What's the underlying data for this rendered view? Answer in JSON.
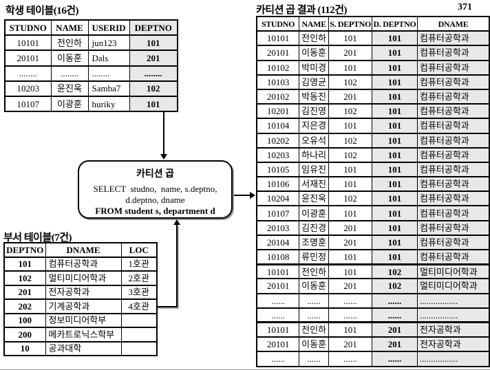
{
  "page_number": "371",
  "student_table": {
    "title": "학생 테이블(16건)",
    "headers": [
      "STUDNO",
      "NAME",
      "USERID",
      "DEPTNO"
    ],
    "rows": [
      [
        "10101",
        "전인하",
        "jun123",
        "101"
      ],
      [
        "20101",
        "이동훈",
        "Dals",
        "201"
      ],
      [
        "........",
        "........",
        "........",
        "........"
      ],
      [
        "10203",
        "윤진욱",
        "Samba7",
        "102"
      ],
      [
        "10107",
        "이광훈",
        "huriky",
        "101"
      ]
    ]
  },
  "dept_table": {
    "title": "부서 테이블(7건)",
    "headers": [
      "DEPTNO",
      "DNAME",
      "LOC"
    ],
    "rows": [
      [
        "101",
        "컴퓨터공학과",
        "1호관"
      ],
      [
        "102",
        "멀티미디어학과",
        "2호관"
      ],
      [
        "201",
        "전자공학과",
        "3호관"
      ],
      [
        "202",
        "기계공학과",
        "4호관"
      ],
      [
        "100",
        "정보미디어학부",
        ""
      ],
      [
        "200",
        "메카트로닉스학부",
        ""
      ],
      [
        "10",
        "공과대학",
        ""
      ]
    ]
  },
  "operation_box": {
    "title": "카티션 곱",
    "sql_line1": "SELECT  studno,  name, s.deptno,",
    "sql_line2": "d.deptno, dname",
    "sql_line3": "FROM student s, department d"
  },
  "result_table": {
    "title": "카티션 곱 결과 (112건)",
    "headers": [
      "STUDNO",
      "NAME",
      "S. DEPTNO",
      "D. DEPTNO",
      "DNAME"
    ],
    "rows": [
      [
        "10101",
        "전인하",
        "101",
        "101",
        "컴퓨터공학과"
      ],
      [
        "20101",
        "이동훈",
        "201",
        "101",
        "컴퓨터공학과"
      ],
      [
        "10102",
        "박미경",
        "101",
        "101",
        "컴퓨터공학과"
      ],
      [
        "10103",
        "김영균",
        "102",
        "101",
        "컴퓨터공학과"
      ],
      [
        "20102",
        "박동진",
        "201",
        "101",
        "컴퓨터공학과"
      ],
      [
        "10201",
        "김진영",
        "102",
        "101",
        "컴퓨터공학과"
      ],
      [
        "10104",
        "지은경",
        "101",
        "101",
        "컴퓨터공학과"
      ],
      [
        "10202",
        "오유석",
        "102",
        "101",
        "컴퓨터공학과"
      ],
      [
        "10203",
        "하나리",
        "102",
        "101",
        "컴퓨터공학과"
      ],
      [
        "10105",
        "임유진",
        "101",
        "101",
        "컴퓨터공학과"
      ],
      [
        "10106",
        "서재진",
        "101",
        "101",
        "컴퓨터공학과"
      ],
      [
        "10204",
        "윤진욱",
        "102",
        "101",
        "컴퓨터공학과"
      ],
      [
        "10107",
        "이광훈",
        "101",
        "101",
        "컴퓨터공학과"
      ],
      [
        "20103",
        "김진경",
        "201",
        "101",
        "컴퓨터공학과"
      ],
      [
        "20104",
        "조명훈",
        "201",
        "101",
        "컴퓨터공학과"
      ],
      [
        "10108",
        "류민정",
        "101",
        "101",
        "컴퓨터공학과"
      ],
      [
        "10101",
        "전인하",
        "101",
        "102",
        "멀티미디어학과"
      ],
      [
        "20101",
        "이동훈",
        "201",
        "102",
        "멀티미디어학과"
      ],
      [
        "......",
        "......",
        "......",
        "......",
        "................."
      ],
      [
        "......",
        "......",
        "......",
        "......",
        "................."
      ],
      [
        "10101",
        "전인하",
        "101",
        "201",
        "전자공학과"
      ],
      [
        "20101",
        "이동훈",
        "201",
        "201",
        "전자공학과"
      ],
      [
        "......",
        "......",
        "......",
        "......",
        "................."
      ]
    ]
  },
  "colors": {
    "highlight_cell_bg": "#e8e8e8",
    "border": "#000000",
    "shadow": "#999999"
  }
}
